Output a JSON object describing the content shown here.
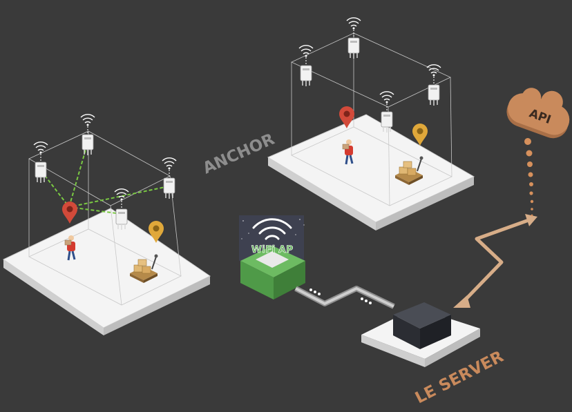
{
  "labels": {
    "anchor": "ANCHOR",
    "api": "API",
    "wifi_ap": "WiFi AP",
    "le_server": "LE SERVER"
  },
  "colors": {
    "background": "#3a3a3a",
    "platform_top": "#f4f4f4",
    "platform_side": "#cfcfcf",
    "label_gray": "#8d8d8d",
    "api_orange": "#c98a5c",
    "api_text": "#3a2a20",
    "arrow_tan": "#d7ad88",
    "dots_orange": "#d6905c",
    "wifi_green": "#58a854",
    "pin_red": "#d24a3a",
    "pin_yellow": "#e0a83a",
    "link_green": "#7ac943",
    "server_dark": "#2b2d33"
  },
  "icons": [
    "wifi-icon",
    "anchor-device-icon",
    "location-pin-icon",
    "worker-icon",
    "pallet-jack-icon",
    "server-box-icon",
    "api-cloud-icon"
  ]
}
